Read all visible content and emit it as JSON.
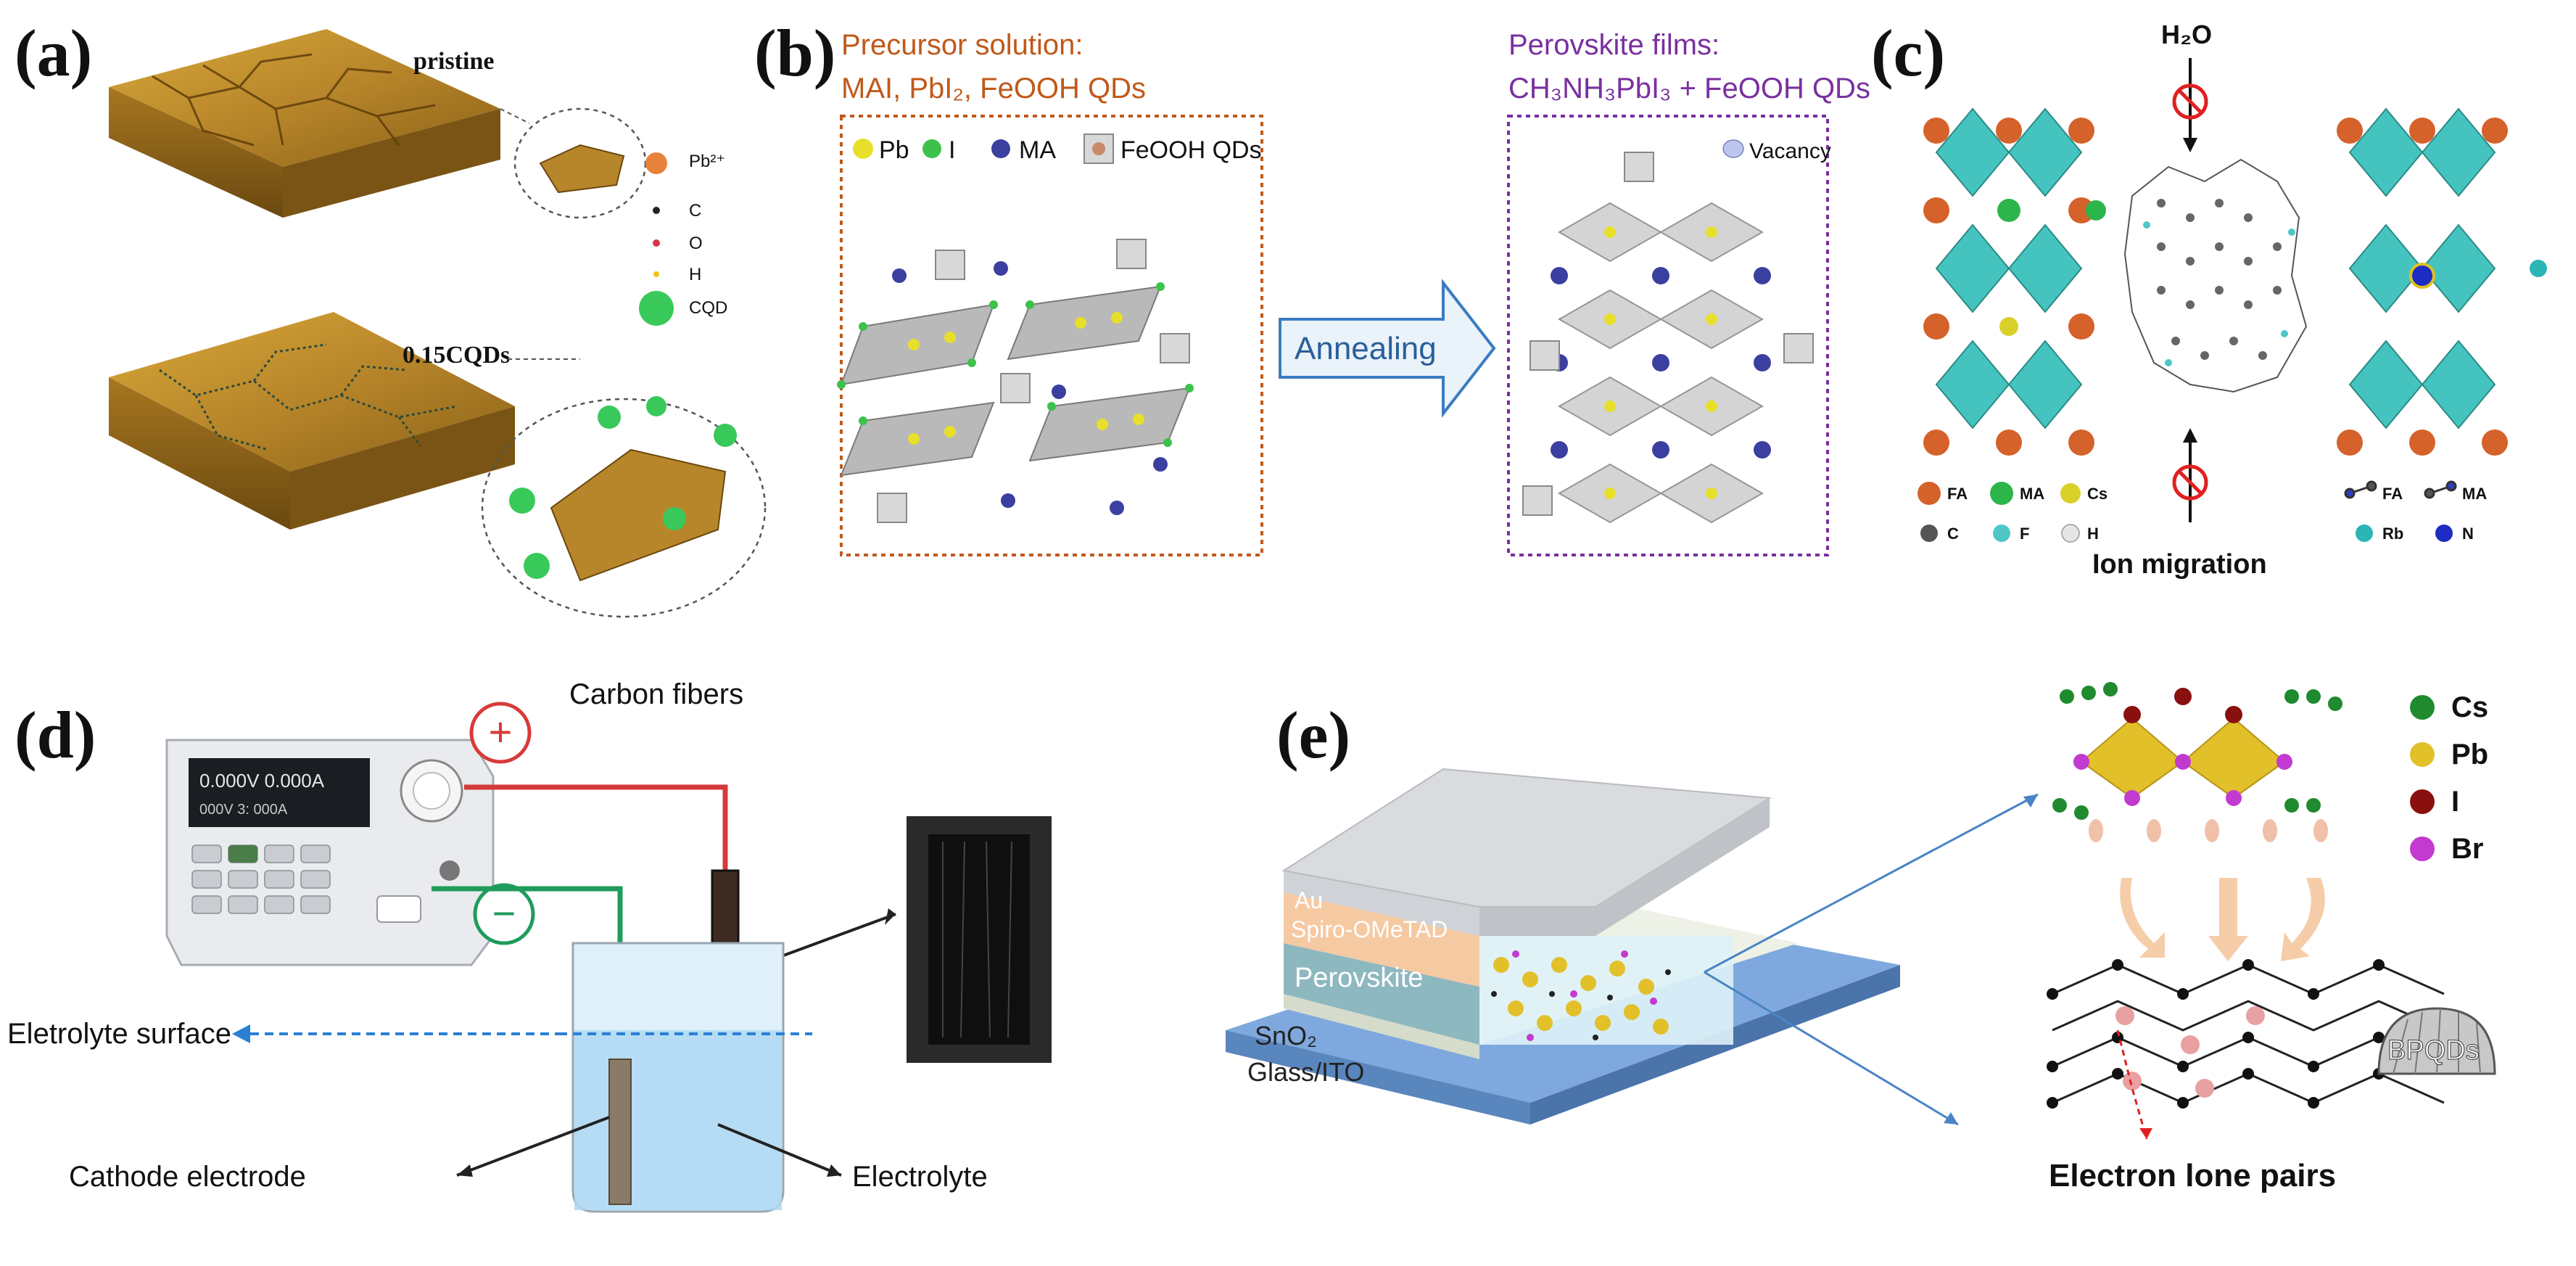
{
  "panels": {
    "a": {
      "label": "(a)",
      "top_caption": "pristine",
      "bottom_caption": "0.15CQDs",
      "legend": [
        {
          "text": "Pb²⁺",
          "color": "#e8823a",
          "kind": "ball"
        },
        {
          "text": "C",
          "color": "#222222",
          "kind": "dot"
        },
        {
          "text": "O",
          "color": "#d9344a",
          "kind": "dot"
        },
        {
          "text": "H",
          "color": "#f0c419",
          "kind": "dot"
        },
        {
          "text": "CQD",
          "color": "#39c95a",
          "kind": "big"
        }
      ]
    },
    "b": {
      "label": "(b)",
      "left_title_1": "Precursor solution:",
      "left_title_2": "MAI, PbI₂, FeOOH QDs",
      "legend": [
        {
          "text": "Pb",
          "color": "#e8df2a"
        },
        {
          "text": "I",
          "color": "#3cc24a"
        },
        {
          "text": "MA",
          "color": "#3b3fa0"
        },
        {
          "text": "FeOOH QDs",
          "color": "#c98a6a"
        }
      ],
      "arrow_text": "Annealing",
      "right_title_1": "Perovskite films:",
      "right_title_2": "CH₃NH₃PbI₃ + FeOOH QDs",
      "vacancy": "Vacancy"
    },
    "c": {
      "label": "(c)",
      "h2o": "H₂O",
      "ion": "Ion migration",
      "legend_left": [
        {
          "text": "FA",
          "color": "#d4622a"
        },
        {
          "text": "MA",
          "color": "#2cb54a"
        },
        {
          "text": "Cs",
          "color": "#d9d12a"
        },
        {
          "text": "C",
          "color": "#555555"
        },
        {
          "text": "F",
          "color": "#4fc6c6"
        },
        {
          "text": "H",
          "color": "#e6e6e6"
        }
      ],
      "legend_right": [
        {
          "text": "FA"
        },
        {
          "text": "MA"
        },
        {
          "text": "Rb",
          "color": "#2bb5b5"
        },
        {
          "text": "N",
          "color": "#1d2cc2"
        }
      ]
    },
    "d": {
      "label": "(d)",
      "plus": "+",
      "minus": "−",
      "display_top": "0.000V  0.000A",
      "display_bottom": "000V 3: 000A",
      "carbon_fibers": "Carbon fibers",
      "electrolyte_surface": "Eletrolyte surface",
      "cathode": "Cathode electrode",
      "electrolyte": "Electrolyte"
    },
    "e": {
      "label": "(e)",
      "layers": [
        "Au",
        "Spiro-OMeTAD",
        "Perovskite",
        "SnO₂",
        "Glass/ITO"
      ],
      "legend": [
        {
          "text": "Cs",
          "color": "#1f8a2e"
        },
        {
          "text": "Pb",
          "color": "#e2c02a"
        },
        {
          "text": "I",
          "color": "#8a1010"
        },
        {
          "text": "Br",
          "color": "#c23ad0"
        }
      ],
      "bpqds": "BPQDs",
      "lone_pairs": "Electron lone pairs"
    }
  }
}
